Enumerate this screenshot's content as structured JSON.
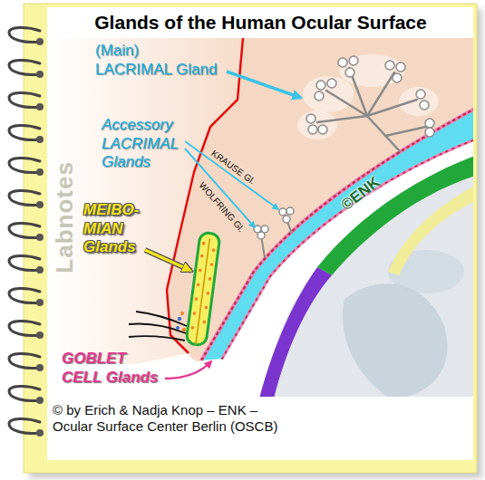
{
  "diagram": {
    "title": "Glands of the Human Ocular Surface",
    "caption": "© by Erich & Nadja Knop – ENK – Ocular Surface Center Berlin (OSCB)",
    "labels": [
      "(Main) LACRIMAL Gland",
      "Accessory LACRIMAL Glands",
      "KRAUSE Gl.",
      "WOLFRING Gl.",
      "MEIBO- MIAN Glands",
      "GOBLET CELL Glands",
      "©ENK",
      "Labnotes"
    ]
  }
}
